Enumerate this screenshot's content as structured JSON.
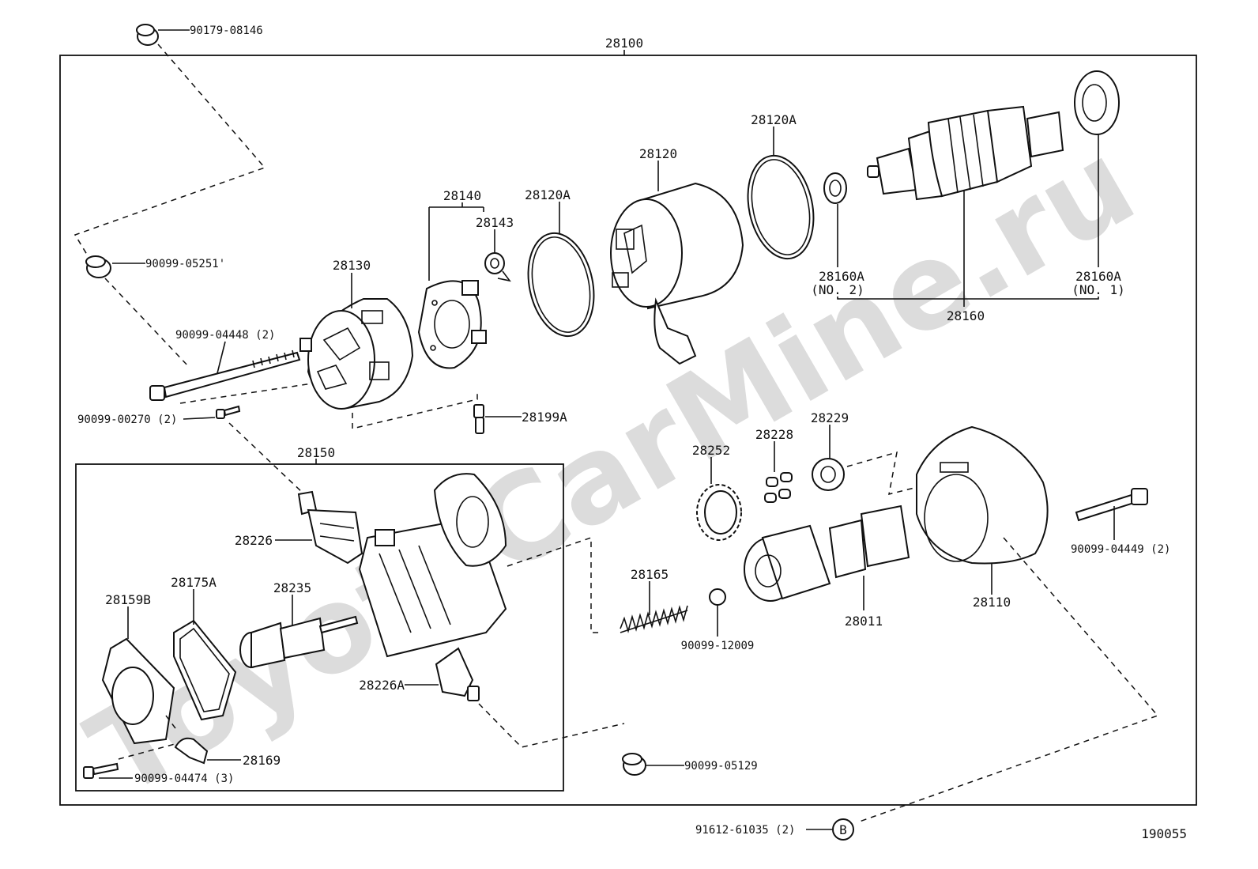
{
  "watermark": "ToyotaCarMine.ru",
  "drawing_number": "190055",
  "assembly": {
    "label": "28100"
  },
  "subassembly": {
    "label": "28150"
  },
  "circle_ref": "B",
  "labels": {
    "p90179_08146": "90179-08146",
    "p90099_05251": "90099-05251'",
    "p90099_04448": "90099-04448 (2)",
    "p90099_00270": "90099-00270 (2)",
    "p28130": "28130",
    "p28140": "28140",
    "p28143": "28143",
    "p28120A_left": "28120A",
    "p28120": "28120",
    "p28120A_right": "28120A",
    "p28160A_no2": "28160A",
    "p28160A_no2_sub": "(NO. 2)",
    "p28160A_no1": "28160A",
    "p28160A_no1_sub": "(NO. 1)",
    "p28160": "28160",
    "p28199A": "28199A",
    "p28252": "28252",
    "p28228": "28228",
    "p28229": "28229",
    "p28226": "28226",
    "p28175A": "28175A",
    "p28159B": "28159B",
    "p28235": "28235",
    "p28226A": "28226A",
    "p28169": "28169",
    "p90099_04474": "90099-04474 (3)",
    "p28165": "28165",
    "p90099_12009": "90099-12009",
    "p28011": "28011",
    "p28110": "28110",
    "p90099_04449": "90099-04449 (2)",
    "p90099_05129": "90099-05129",
    "p91612_61035": "91612-61035 (2)"
  }
}
